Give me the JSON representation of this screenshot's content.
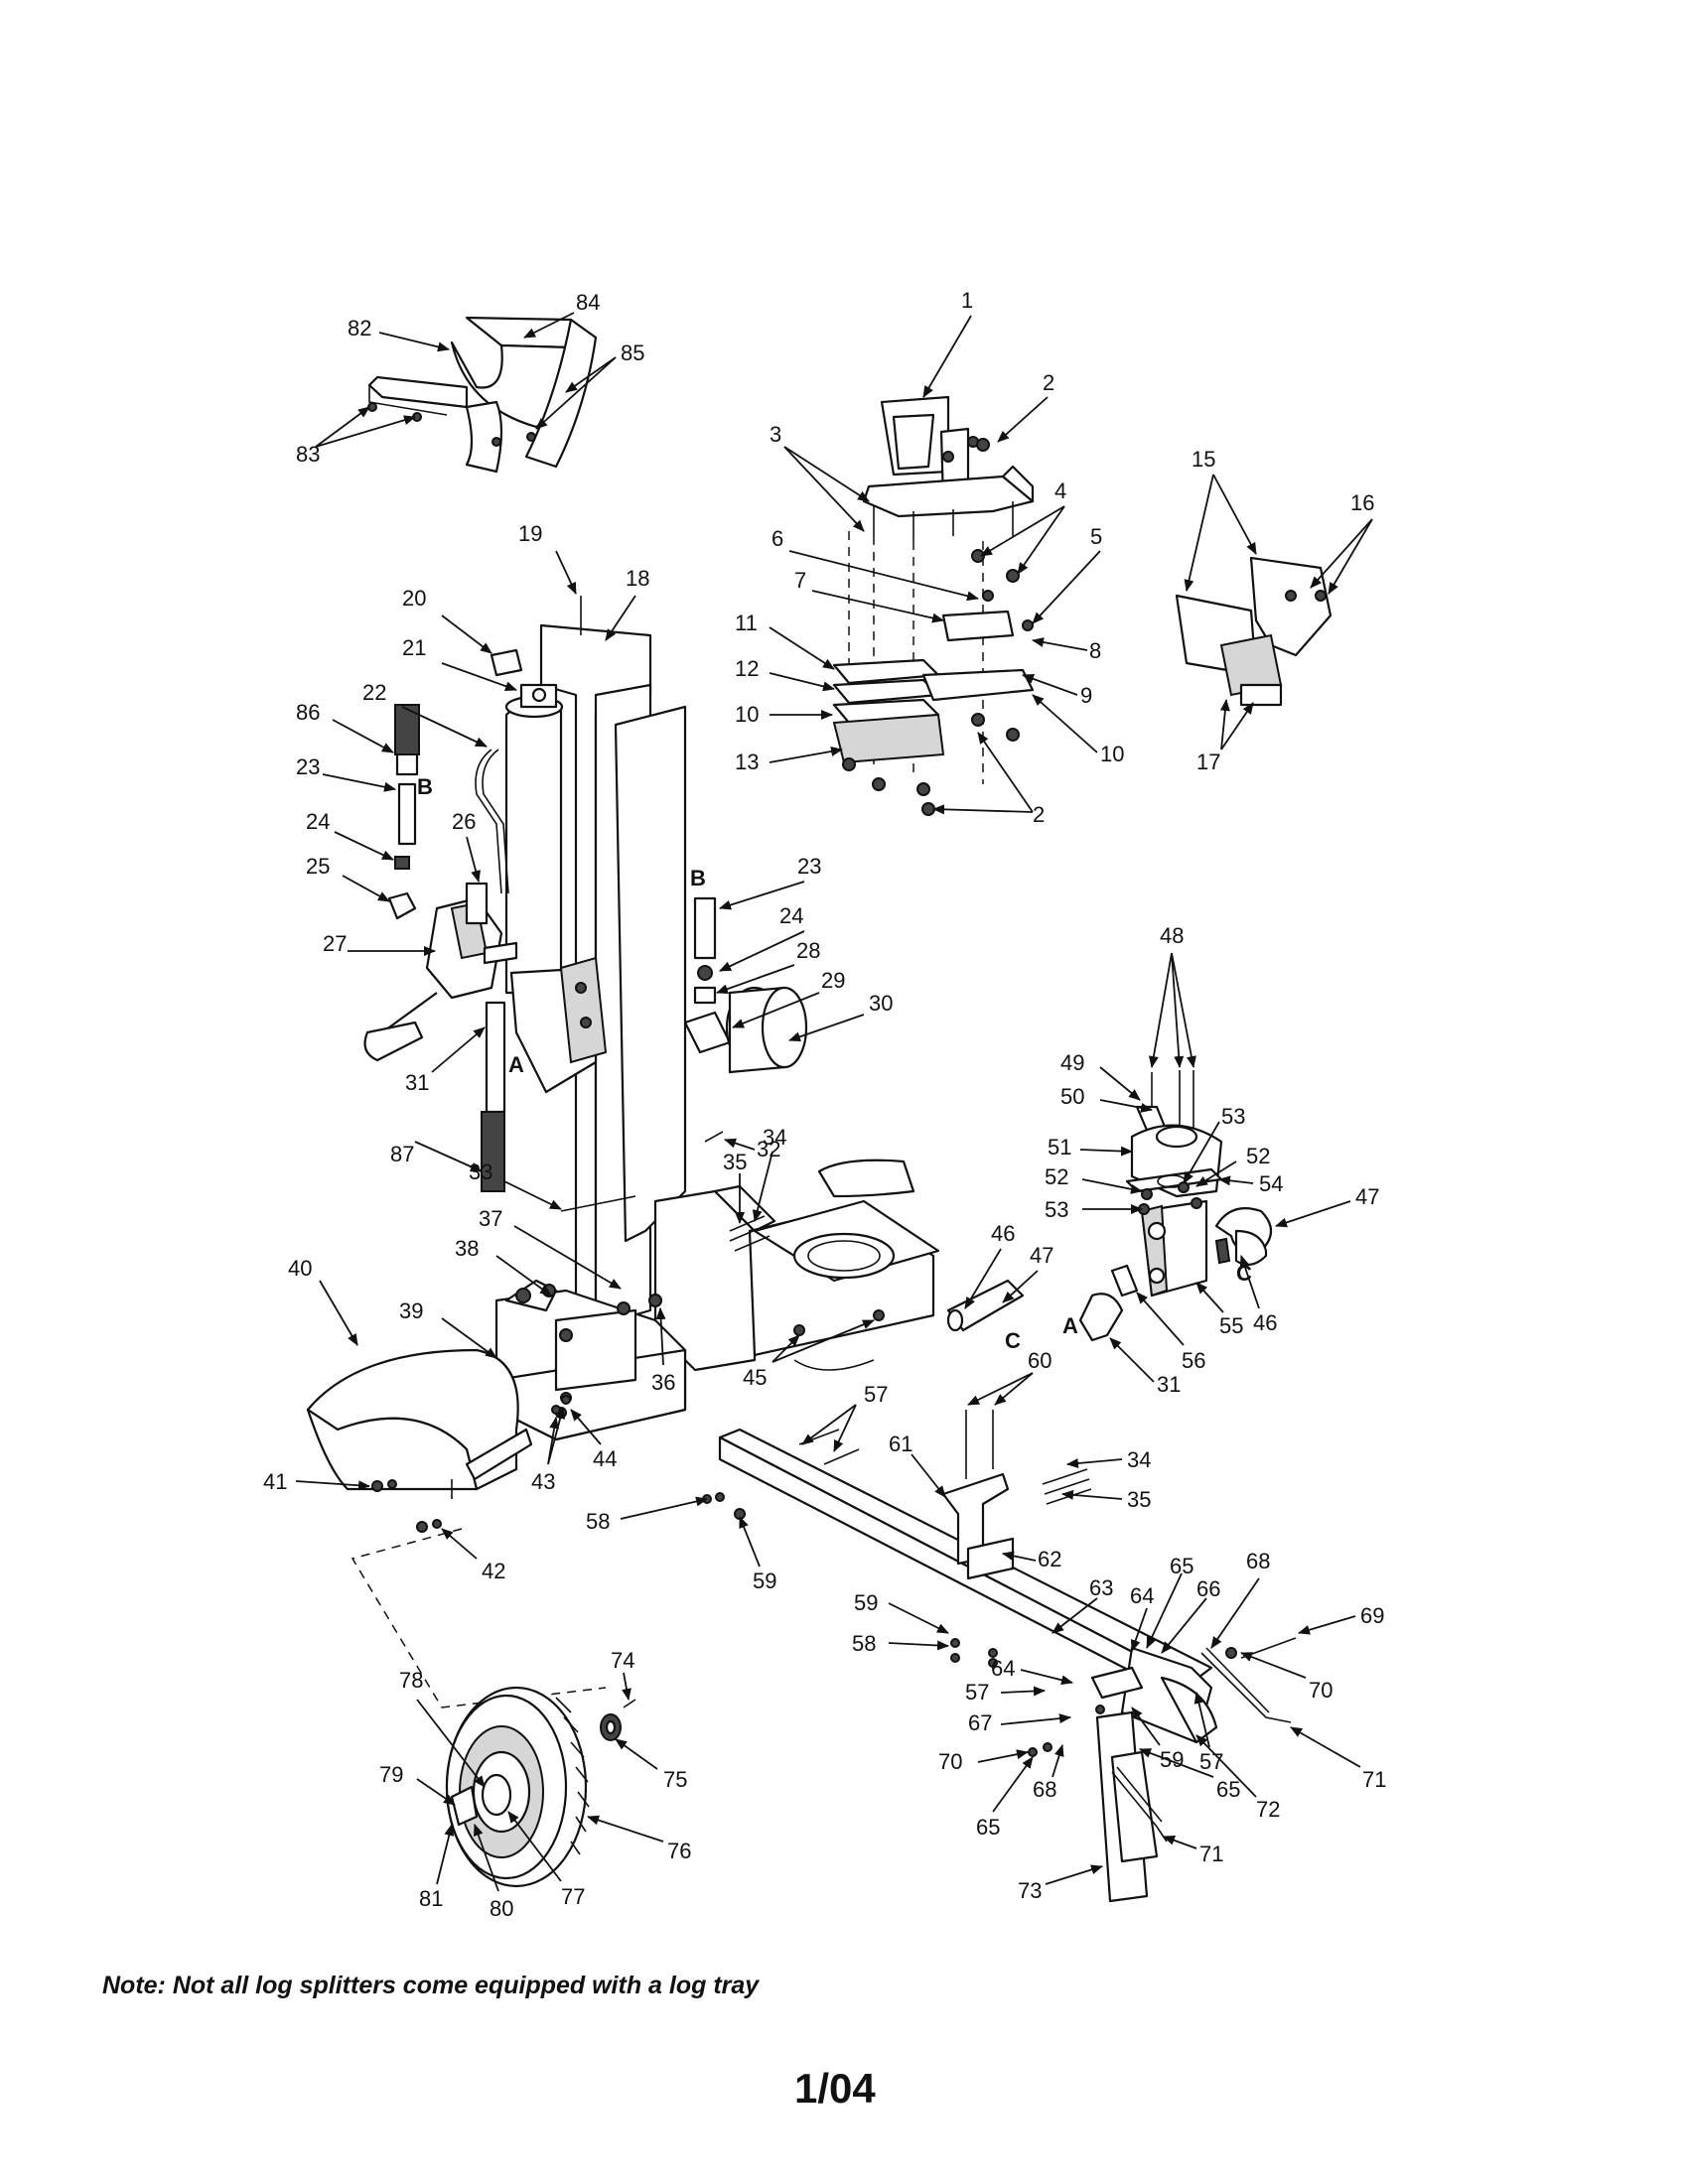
{
  "note": "Note: Not all log splitters come equipped with a log tray",
  "page_number": "1/04",
  "connection_letters": [
    "A",
    "B",
    "C"
  ],
  "part_numbers": [
    "1",
    "2",
    "3",
    "4",
    "5",
    "6",
    "7",
    "8",
    "9",
    "10",
    "11",
    "12",
    "13",
    "15",
    "16",
    "17",
    "18",
    "19",
    "20",
    "21",
    "22",
    "23",
    "24",
    "25",
    "26",
    "27",
    "28",
    "29",
    "30",
    "31",
    "32",
    "33",
    "34",
    "35",
    "36",
    "37",
    "38",
    "39",
    "40",
    "41",
    "42",
    "43",
    "44",
    "45",
    "46",
    "47",
    "48",
    "49",
    "50",
    "51",
    "52",
    "53",
    "54",
    "55",
    "56",
    "57",
    "58",
    "59",
    "60",
    "61",
    "62",
    "63",
    "64",
    "65",
    "66",
    "67",
    "68",
    "69",
    "70",
    "71",
    "72",
    "73",
    "74",
    "75",
    "76",
    "77",
    "78",
    "79",
    "80",
    "81",
    "82",
    "83",
    "84",
    "85",
    "86",
    "87"
  ]
}
